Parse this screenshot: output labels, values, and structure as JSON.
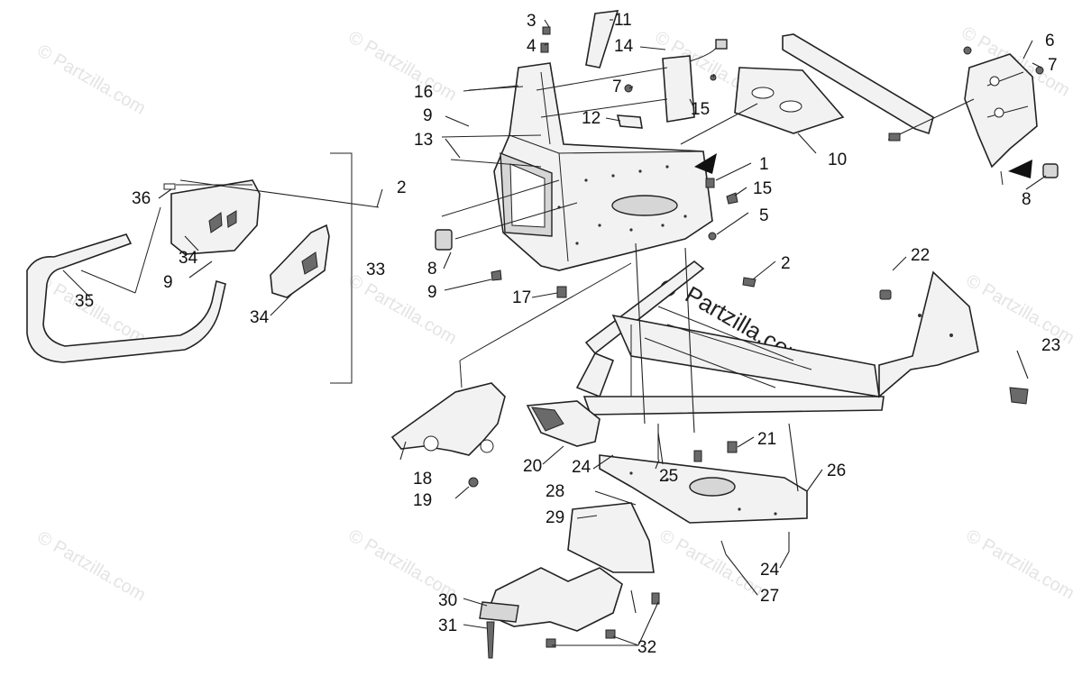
{
  "watermark": "© Partzilla.com",
  "brand_label": "Partzilla.com",
  "brand_symbol": "©",
  "callouts": [
    "1",
    "2",
    "2",
    "3",
    "4",
    "5",
    "6",
    "7",
    "7",
    "8",
    "8",
    "9",
    "9",
    "9",
    "10",
    "11",
    "12",
    "13",
    "14",
    "15",
    "15",
    "16",
    "17",
    "18",
    "19",
    "20",
    "21",
    "22",
    "23",
    "24",
    "24",
    "25",
    "26",
    "27",
    "28",
    "29",
    "30",
    "31",
    "32",
    "33",
    "34",
    "34",
    "35",
    "36"
  ]
}
